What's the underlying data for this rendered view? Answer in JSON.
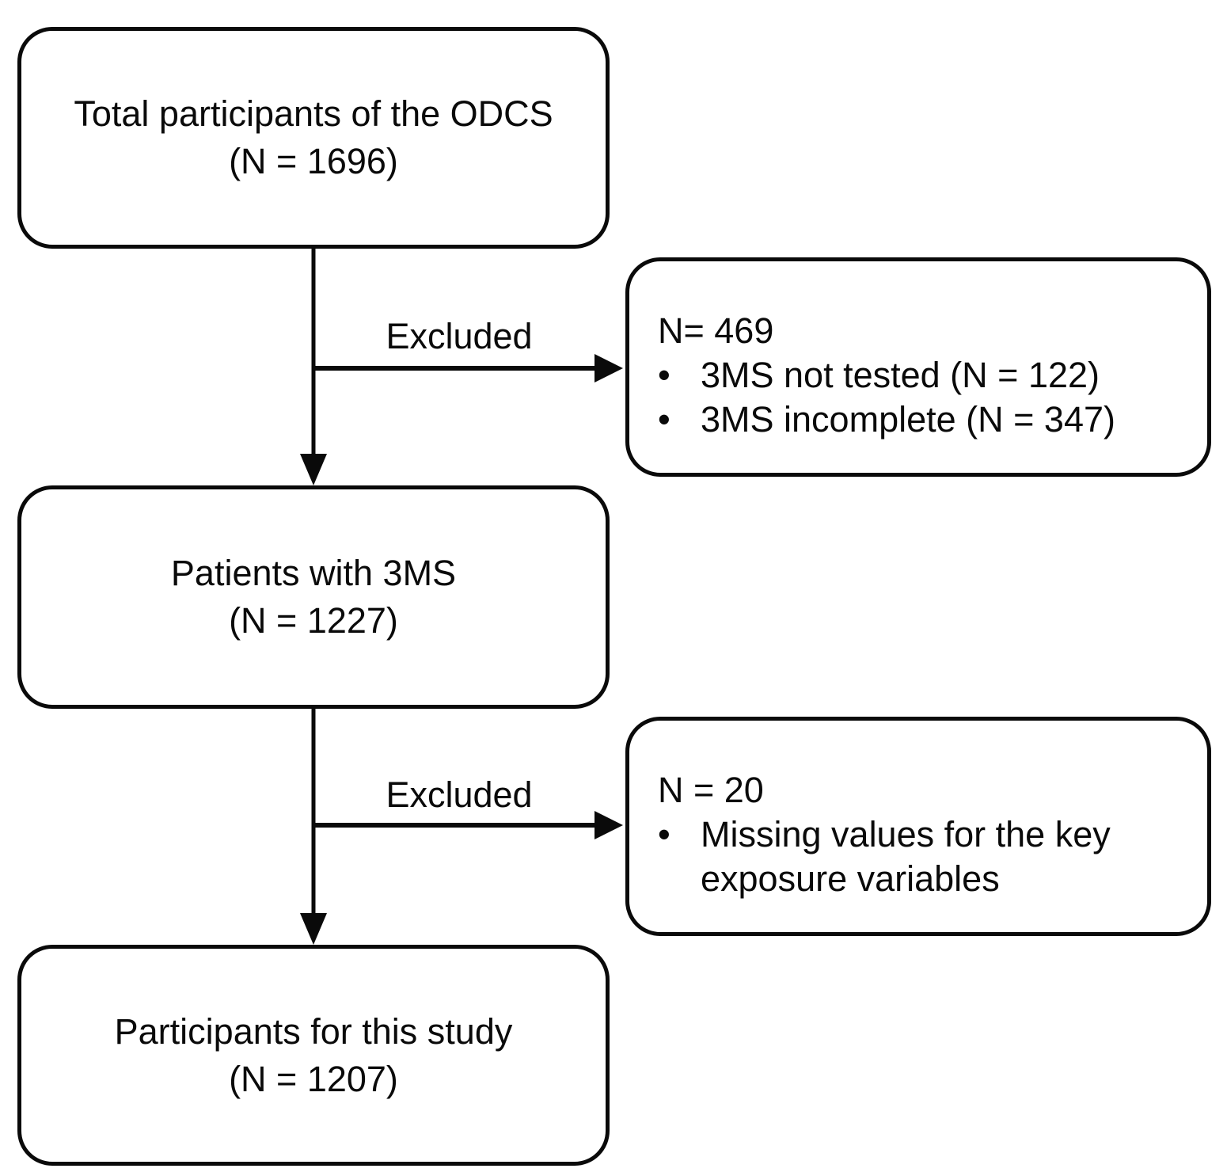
{
  "page": {
    "background": "#ffffff",
    "stroke_color": "#0a0a0a"
  },
  "flow": {
    "top_box": {
      "line1": "Total participants of the ODCS",
      "line2": "(N = 1696)"
    },
    "exclusion_1": {
      "arrow_label": "Excluded",
      "header": "N= 469",
      "bullet": "•",
      "items": [
        "3MS not tested (N = 122)",
        "3MS incomplete (N = 347)"
      ]
    },
    "middle_box": {
      "line1": "Patients with 3MS",
      "line2": "(N = 1227)"
    },
    "exclusion_2": {
      "arrow_label": "Excluded",
      "header": "N = 20",
      "bullet": "•",
      "items": [
        "Missing values for the key exposure variables"
      ]
    },
    "bottom_box": {
      "line1": "Participants for this study",
      "line2": "(N = 1207)"
    }
  }
}
